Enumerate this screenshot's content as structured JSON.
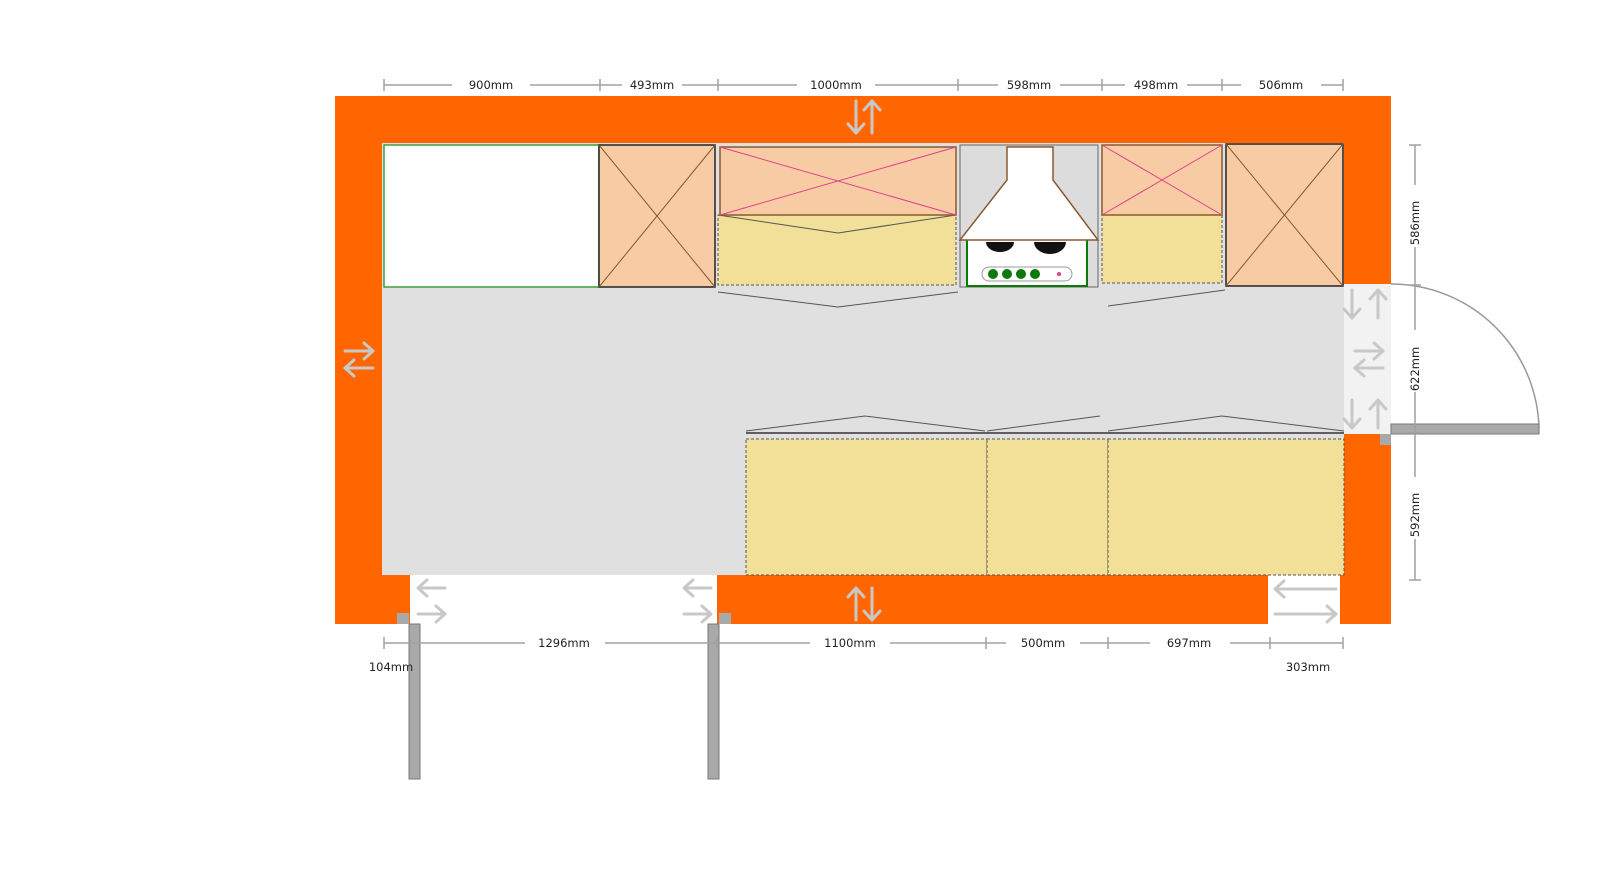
{
  "colors": {
    "wall": "#ff6600",
    "floor": "#e0e0e0",
    "wall_unit": "#f7cba3",
    "base_unit": "#f2df98",
    "fridge": "#ffffff",
    "hood": "#ffffff",
    "hob_green": "#0a7a0a",
    "door_grey": "#a9a9a9",
    "dim_line": "#a0a0a0",
    "arrow": "#c8c8c8"
  },
  "dimensions": {
    "top": [
      "900mm",
      "493mm",
      "1000mm",
      "598mm",
      "498mm",
      "506mm"
    ],
    "bottom": [
      "1296mm",
      "1100mm",
      "500mm",
      "697mm"
    ],
    "bottom_left_offset": "104mm",
    "bottom_right_offset": "303mm",
    "right": [
      "586mm",
      "622mm",
      "592mm"
    ]
  }
}
